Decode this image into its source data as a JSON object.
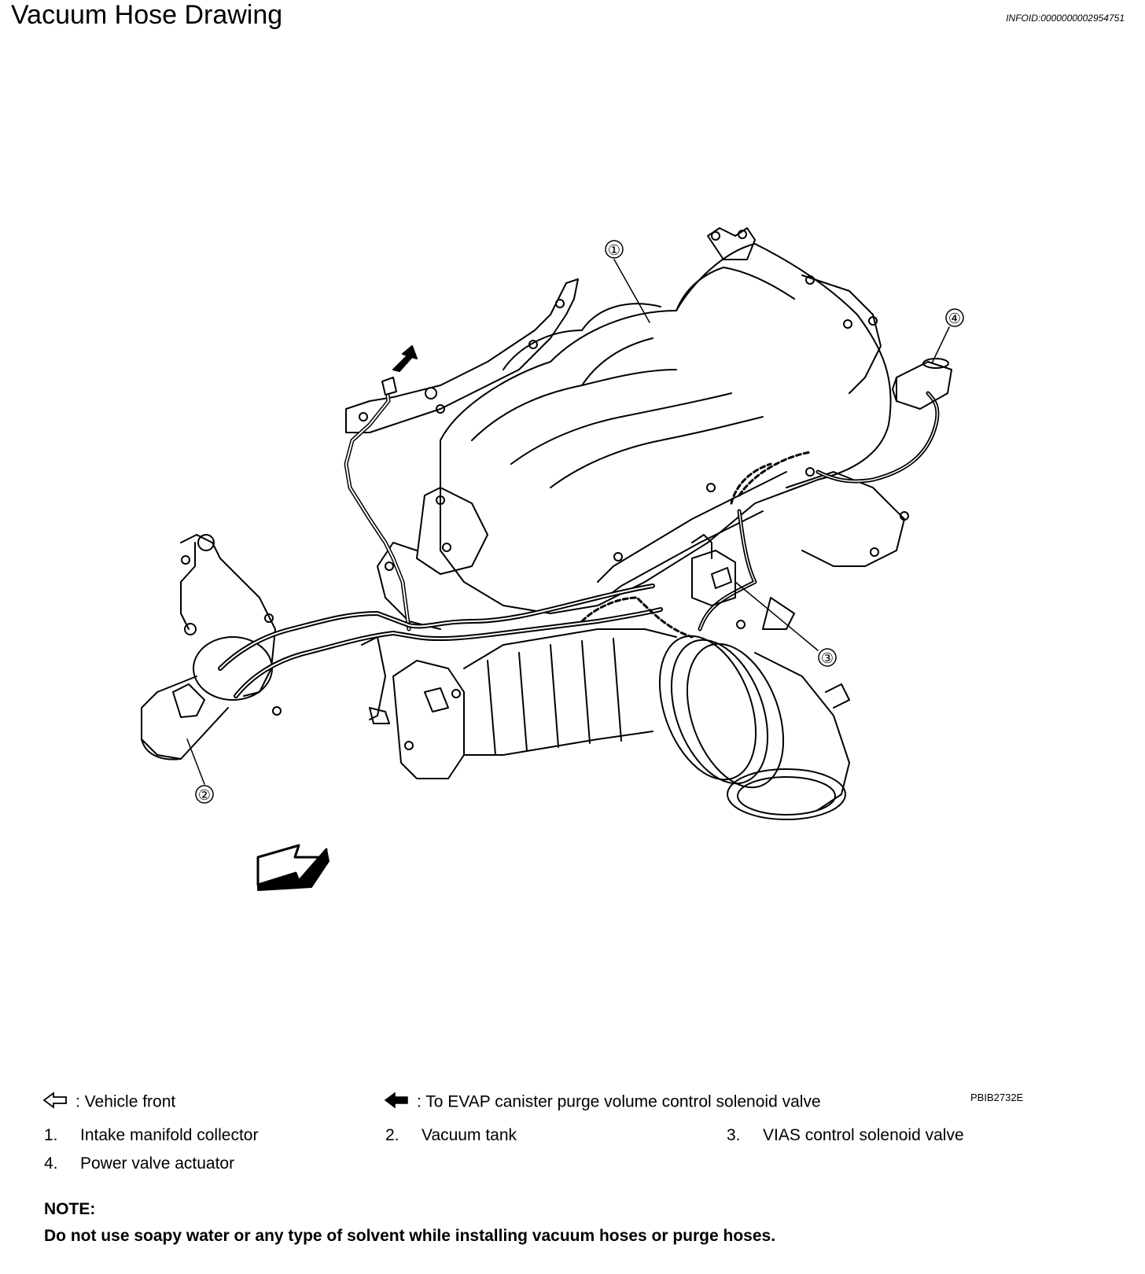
{
  "header": {
    "title": "Vacuum Hose Drawing",
    "info_id": "INFOID:0000000002954751"
  },
  "figure": {
    "callouts": [
      "①",
      "②",
      "③",
      "④"
    ],
    "figure_code": "PBIB2732E"
  },
  "legend": {
    "vehicle_front": ": Vehicle front",
    "evap": ": To EVAP canister purge volume control solenoid valve"
  },
  "items": [
    {
      "num": "1.",
      "label": "Intake manifold collector"
    },
    {
      "num": "2.",
      "label": "Vacuum tank"
    },
    {
      "num": "3.",
      "label": "VIAS control solenoid valve"
    },
    {
      "num": "4.",
      "label": "Power valve actuator"
    }
  ],
  "note": {
    "title": "NOTE:",
    "text": "Do not use soapy water or any type of solvent while installing vacuum hoses or purge hoses."
  }
}
